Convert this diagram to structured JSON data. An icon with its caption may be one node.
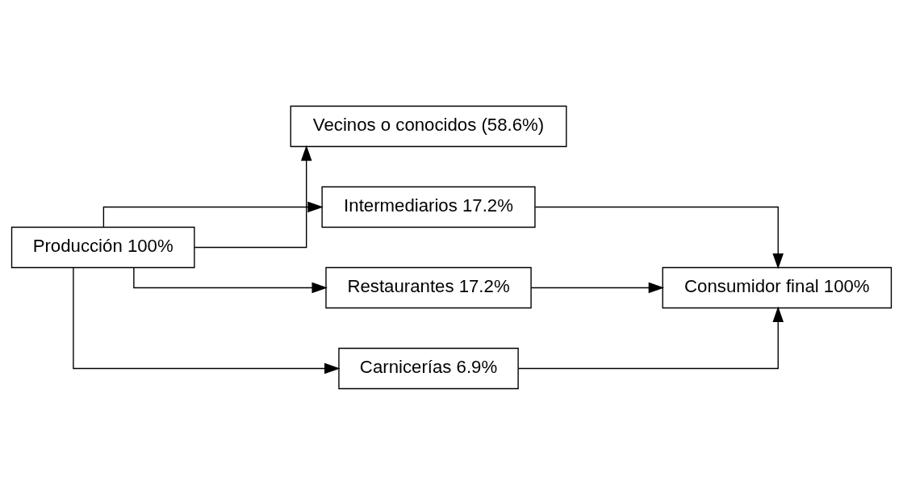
{
  "diagram": {
    "nodes": [
      {
        "text": [
          "Vecinos o conocidos (58.6%)"
        ]
      },
      {
        "text": [
          "Intermediarios 17.2%"
        ]
      },
      {
        "text": [
          "Producción 100%"
        ]
      },
      {
        "text": [
          "Consumidor final 100%"
        ]
      },
      {
        "text": [
          "Restaurantes 17.2%"
        ]
      },
      {
        "text": [
          "Carnicerías 6.9%"
        ]
      }
    ],
    "edges": [
      {
        "from": 2,
        "to": 0,
        "arrow": "to"
      },
      {
        "from": 2,
        "to": 1,
        "arrow": "to"
      },
      {
        "from": 2,
        "to": 4,
        "arrow": "to"
      },
      {
        "from": 2,
        "to": 5,
        "arrow": "to"
      },
      {
        "from": 1,
        "to": 3,
        "arrow": "to"
      },
      {
        "from": 4,
        "to": 3,
        "arrow": "to"
      },
      {
        "from": 5,
        "to": 3,
        "arrow": "to"
      }
    ]
  }
}
